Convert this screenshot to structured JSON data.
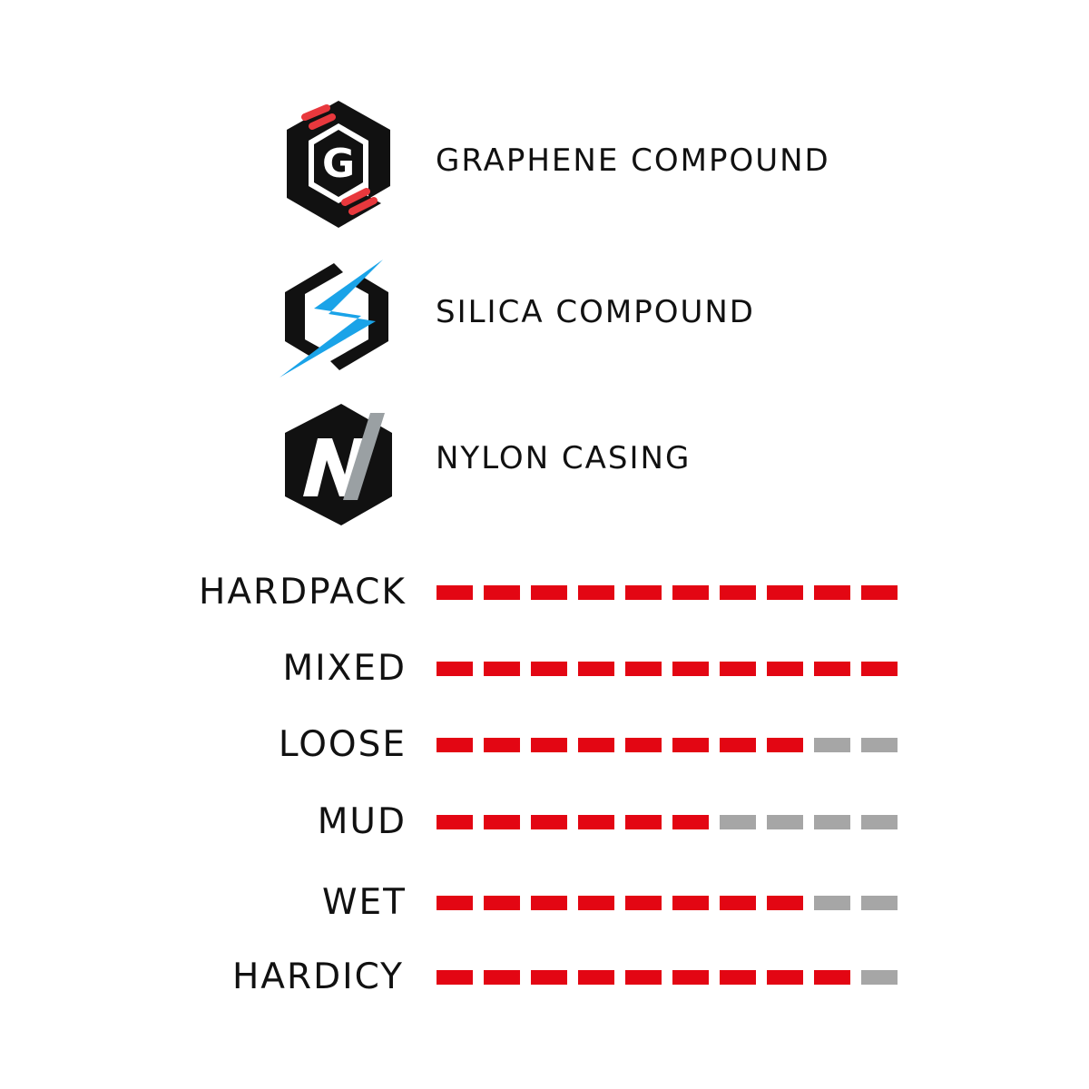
{
  "features": [
    {
      "label": "GRAPHENE COMPOUND",
      "icon": "graphene-icon",
      "letter": "G"
    },
    {
      "label": "SILICA COMPOUND",
      "icon": "silica-lightning-icon"
    },
    {
      "label": "NYLON CASING",
      "icon": "nylon-n-icon",
      "letter": "N"
    }
  ],
  "ratings": {
    "max": 10,
    "rows": [
      {
        "terrain": "HARDPACK",
        "score": 10
      },
      {
        "terrain": "MIXED",
        "score": 10
      },
      {
        "terrain": "LOOSE",
        "score": 8
      },
      {
        "terrain": "MUD",
        "score": 6
      },
      {
        "terrain": "WET",
        "score": 8
      },
      {
        "terrain": "HARDICY",
        "score": 9
      }
    ]
  },
  "colors": {
    "active": "#e30613",
    "inactive": "#a6a6a6",
    "icon_black": "#111111",
    "graphene_accent": "#e8383d",
    "silica_blue": "#1aa3e8",
    "nylon_gray": "#9aa0a3"
  }
}
